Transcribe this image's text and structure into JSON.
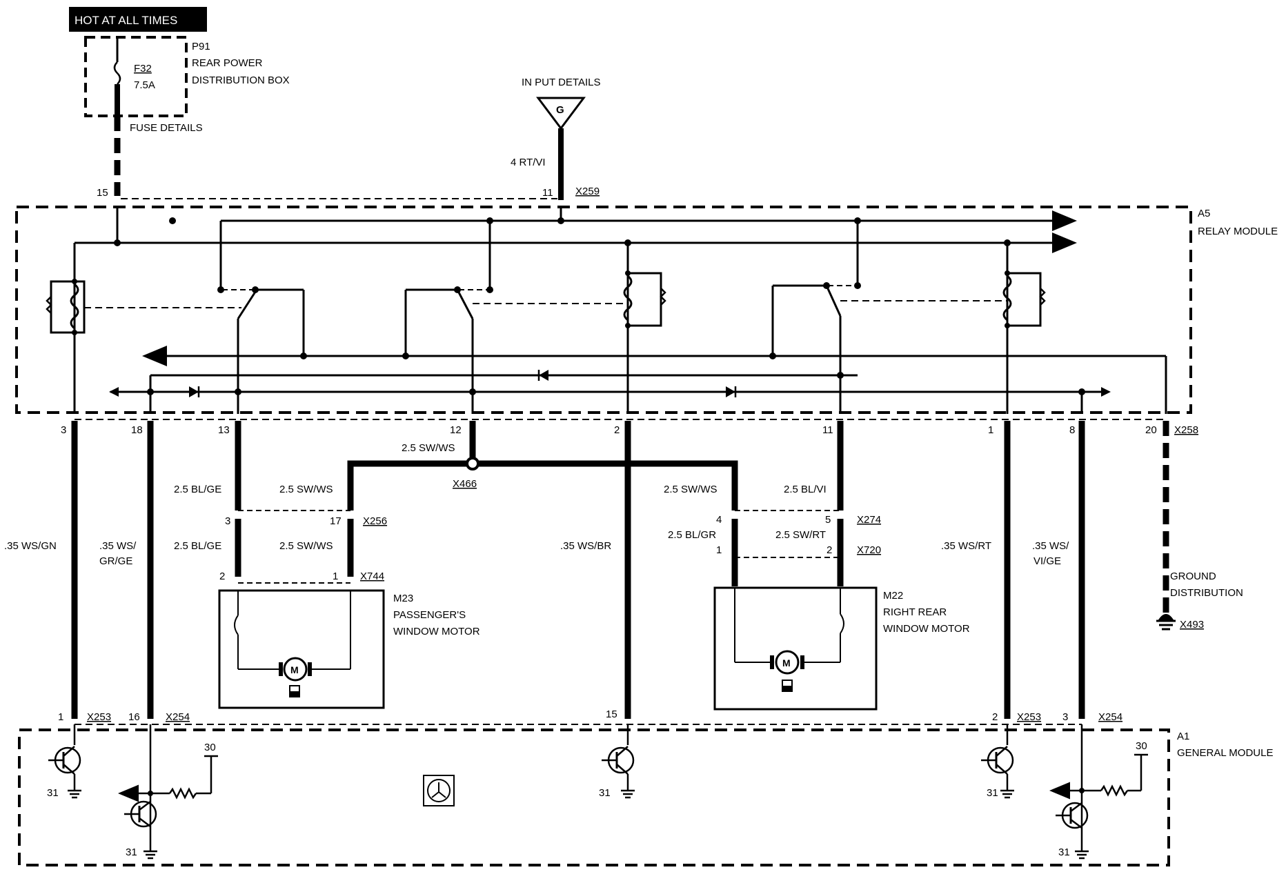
{
  "header": {
    "hot_label": "HOT AT ALL TIMES"
  },
  "fuse_box": {
    "id": "P91",
    "name_line1": "REAR POWER",
    "name_line2": "DISTRIBUTION BOX",
    "fuse_id": "F32",
    "fuse_rating": "7.5A",
    "fuse_details": "FUSE DETAILS"
  },
  "input": {
    "label": "IN PUT DETAILS",
    "symbol": "G",
    "wire": "4 RT/VI",
    "pin": "11",
    "connector": "X259"
  },
  "relay_module": {
    "id": "A5",
    "name": "RELAY MODULE",
    "fuse_pin": "15",
    "connector": "X258"
  },
  "pins_top": [
    "3",
    "18",
    "13",
    "12",
    "2",
    "11",
    "1",
    "8",
    "20"
  ],
  "wires": {
    "w3": ".35 WS/GN",
    "w18_line1": ".35 WS/",
    "w18_line2": "GR/GE",
    "w13_a": "2.5 BL/GE",
    "w13_b": "2.5 BL/GE",
    "w12": "2.5 SW/WS",
    "splice": "X466",
    "pass_sw_a": "2.5 SW/WS",
    "pass_sw_b": "2.5 SW/WS",
    "w2": ".35 WS/BR",
    "rr_sw": "2.5 SW/WS",
    "rr_blgr": "2.5 BL/GR",
    "w11": "2.5 BL/VI",
    "rr_swrt": "2.5 SW/RT",
    "w1": ".35 WS/RT",
    "w8_line1": ".35 WS/",
    "w8_line2": "VI/GE"
  },
  "connectors": {
    "x256": "X256",
    "x256_p1": "3",
    "x256_p2": "17",
    "x744": "X744",
    "x744_p1": "2",
    "x744_p2": "1",
    "x274": "X274",
    "x274_p1": "4",
    "x274_p2": "5",
    "x720": "X720",
    "x720_p1": "1",
    "x720_p2": "2"
  },
  "motor_m23": {
    "id": "M23",
    "line1": "PASSENGER'S",
    "line2": "WINDOW MOTOR",
    "symbol": "M"
  },
  "motor_m22": {
    "id": "M22",
    "line1": "RIGHT REAR",
    "line2": "WINDOW MOTOR",
    "symbol": "M"
  },
  "ground": {
    "line1": "GROUND",
    "line2": "DISTRIBUTION",
    "connector": "X493"
  },
  "general_module": {
    "id": "A1",
    "name": "GENERAL MODULE",
    "pin1": "1",
    "conn1": "X253",
    "pin16": "16",
    "conn16": "X254",
    "pin15": "15",
    "pin2": "2",
    "conn2": "X253",
    "pin3": "3",
    "conn3": "X254",
    "gnd_label": "31",
    "supply_label": "30"
  }
}
